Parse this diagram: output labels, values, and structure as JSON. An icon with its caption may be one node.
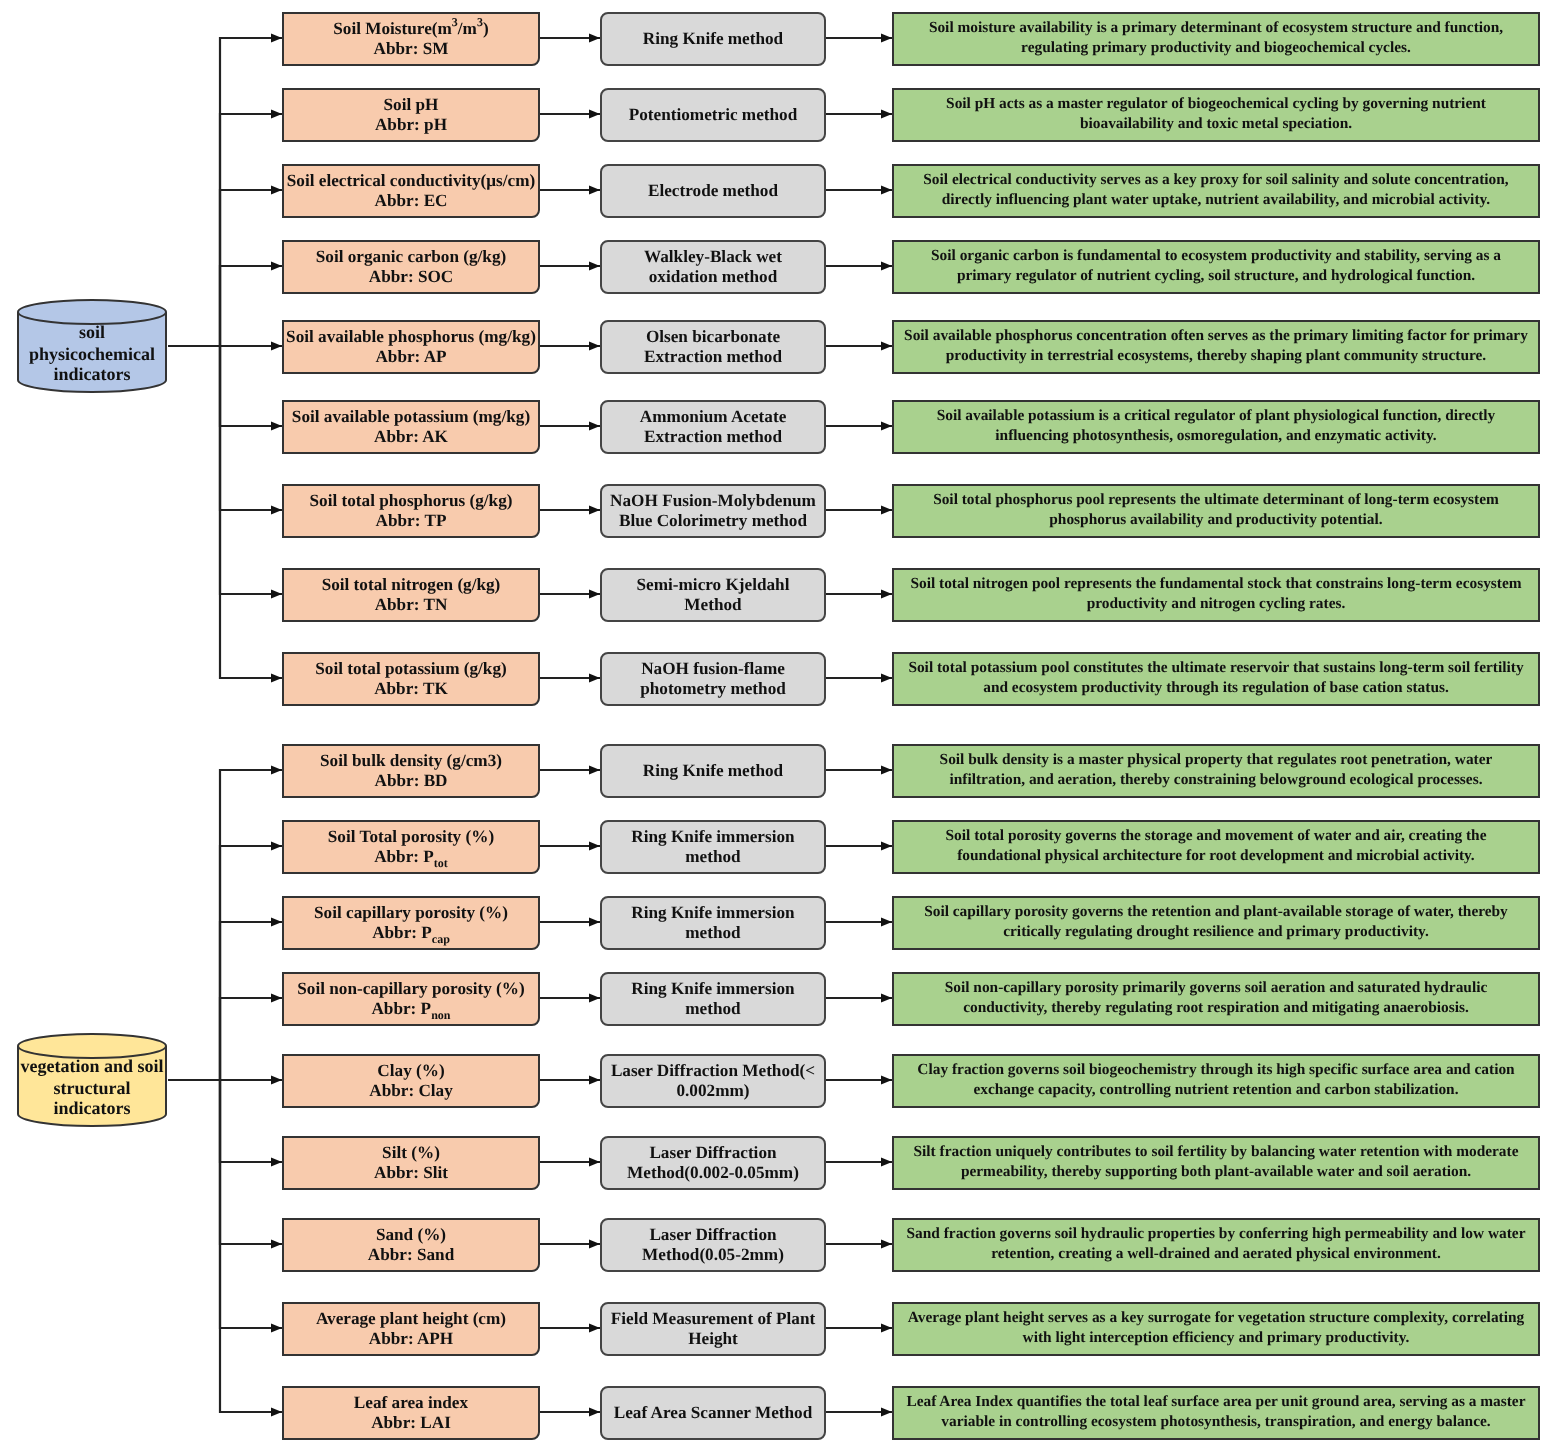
{
  "diagram": {
    "nodes": [
      {
        "text": [
          "soil physicochemical indicators"
        ]
      },
      {
        "text": [
          "Soil Moisture(m$^{3}$/m$^{3}$)",
          "Abbr:  SM"
        ]
      },
      {
        "text": [
          "Ring Knife method"
        ]
      },
      {
        "text": [
          "Soil moisture availability  is a primary  determinant  of ecosystem structure  and function, regulating  primary  productivity  and biogeochemical  cycles."
        ]
      },
      {
        "text": [
          "Soil pH",
          "Abbr:  pH"
        ]
      },
      {
        "text": [
          "Potentiometric  method"
        ]
      },
      {
        "text": [
          "Soil pH acts as a master regulator of biogeochemical cycling by governing nutrient bioavailability  and toxic metal speciation."
        ]
      },
      {
        "text": [
          "Soil electrical conductivity(μs/cm)",
          "Abbr:  EC"
        ]
      },
      {
        "text": [
          "Electrode method"
        ]
      },
      {
        "text": [
          "Soil electrical conductivity  serves as a key proxy  for soil salinity and solute concentration, directly influencing  plant water uptake, nutrient  availability,  and microbial  activity."
        ]
      },
      {
        "text": [
          "Soil organic  carbon  (g/kg)",
          "Abbr:  SOC"
        ]
      },
      {
        "text": [
          "Walkley-Black wet oxidation method"
        ]
      },
      {
        "text": [
          "Soil organic carbon is fundamental  to ecosystem productivity  and stability, serving as a primary  regulator of nutrient  cycling, soil structure,  and hydrological  function."
        ]
      },
      {
        "text": [
          "Soil available phosphorus (mg/kg)",
          "Abbr:  AP"
        ]
      },
      {
        "text": [
          "Olsen bicarbonate Extraction  method"
        ]
      },
      {
        "text": [
          "Soil available phosphorus  concentration  often serves as the primary  limiting  factor for primary  productivity  in terrestrial ecosystems, thereby shaping plant community  structure."
        ]
      },
      {
        "text": [
          "Soil available potassium  (mg/kg)",
          "Abbr:  AK"
        ]
      },
      {
        "text": [
          "Ammonium  Acetate Extraction  method"
        ]
      },
      {
        "text": [
          "Soil available potassium is a critical regulator of plant physiological  function,  directly influencing  photosynthesis, osmoregulation,  and enzymatic  activity."
        ]
      },
      {
        "text": [
          "Soil total phosphorus  (g/kg)",
          "Abbr:  TP"
        ]
      },
      {
        "text": [
          "NaOH Fusion-Molybdenum Blue Colorimetry  method"
        ]
      },
      {
        "text": [
          "Soil total phosphorus  pool represents the ultimate  determinant  of long-term  ecosystem phosphorus  availability and productivity  potential."
        ]
      },
      {
        "text": [
          "Soil total nitrogen  (g/kg)",
          "Abbr:  TN"
        ]
      },
      {
        "text": [
          "Semi-micro  Kjeldahl Method"
        ]
      },
      {
        "text": [
          "Soil total nitrogen  pool represents the fundamental  stock that constrains long-term ecosystem productivity  and nitrogen  cycling rates."
        ]
      },
      {
        "text": [
          "Soil total potassium (g/kg)",
          "Abbr:  TK"
        ]
      },
      {
        "text": [
          "NaOH fusion-flame photometry  method"
        ]
      },
      {
        "text": [
          "Soil total potassium pool constitutes the ultimate  reservoir that sustains long-term  soil fertility  and ecosystem productivity  through  its regulation  of base cation status."
        ]
      },
      {
        "text": [
          "vegetation and soil structural indicators"
        ]
      },
      {
        "text": [
          "Soil bulk density (g/cm3)",
          "Abbr:  BD"
        ]
      },
      {
        "text": [
          "Ring Knife method"
        ]
      },
      {
        "text": [
          "Soil bulk density is a master physical property  that regulates root penetration,  water infiltration,  and aeration, thereby constraining  belowground  ecological processes."
        ]
      },
      {
        "text": [
          "Soil Total porosity (%)",
          "Abbr:  P$_{tot}$"
        ]
      },
      {
        "text": [
          "Ring Knife immersion method"
        ]
      },
      {
        "text": [
          "Soil total porosity governs the storage and movement of water and air, creating the foundational  physical architecture  for root development and microbial  activity."
        ]
      },
      {
        "text": [
          "Soil capillary  porosity (%)",
          "Abbr:  P$_{cap}$"
        ]
      },
      {
        "text": [
          "Ring Knife immersion method"
        ]
      },
      {
        "text": [
          "Soil capillary porosity governs the retention and plant-available  storage of water, thereby critically  regulating  drought  resilience and primary  productivity."
        ]
      },
      {
        "text": [
          "Soil non-capillary  porosity (%)",
          "Abbr:  P$_{non}$"
        ]
      },
      {
        "text": [
          "Ring Knife immersion method"
        ]
      },
      {
        "text": [
          "Soil non-capillary  porosity primarily  governs soil aeration and saturated hydraulic conductivity,  thereby regulating root respiration and mitigating  anaerobiosis."
        ]
      },
      {
        "text": [
          "Clay (%)",
          "Abbr:  Clay"
        ]
      },
      {
        "text": [
          "Laser Diffraction Method(< 0.002mm)"
        ]
      },
      {
        "text": [
          "Clay fraction  governs soil biogeochemistry through  its high specific surface area and cation exchange capacity,  controlling  nutrient  retention  and carbon  stabilization."
        ]
      },
      {
        "text": [
          "Silt (%)",
          "Abbr:  Slit"
        ]
      },
      {
        "text": [
          "Laser Diffraction Method(0.002-0.05mm)"
        ]
      },
      {
        "text": [
          "Silt fraction  uniquely  contributes  to soil fertility  by balancing  water retention with  moderate permeability, thereby supporting  both  plant-available  water and soil aeration."
        ]
      },
      {
        "text": [
          "Sand (%)",
          "Abbr:  Sand"
        ]
      },
      {
        "text": [
          "Laser Diffraction Method(0.05-2mm)"
        ]
      },
      {
        "text": [
          "Sand fraction  governs soil hydraulic  properties by conferring  high permeability  and low water retention,  creating  a well-drained  and aerated physical  environment."
        ]
      },
      {
        "text": [
          "Average plant height  (cm)",
          "Abbr:  APH"
        ]
      },
      {
        "text": [
          "Field  Measurement of Plant Height"
        ]
      },
      {
        "text": [
          "Average plant height  serves as a key surrogate  for vegetation structure  complexity, correlating  with light interception  efficiency and primary  productivity."
        ]
      },
      {
        "text": [
          "Leaf area index",
          "Abbr:  LAI"
        ]
      },
      {
        "text": [
          "Leaf Area Scanner Method"
        ]
      },
      {
        "text": [
          "Leaf Area Index quantifies the total leaf surface area per unit ground  area, serving as a master variable in controlling  ecosystem photosynthesis, transpiration,  and energy balance."
        ]
      }
    ],
    "edges": [
      {
        "from": 0,
        "to": 1,
        "arrow": "to"
      },
      {
        "from": 1,
        "to": 2,
        "arrow": "to"
      },
      {
        "from": 2,
        "to": 3,
        "arrow": "to"
      },
      {
        "from": 0,
        "to": 4,
        "arrow": "to"
      },
      {
        "from": 4,
        "to": 5,
        "arrow": "to"
      },
      {
        "from": 5,
        "to": 6,
        "arrow": "to"
      },
      {
        "from": 0,
        "to": 7,
        "arrow": "to"
      },
      {
        "from": 7,
        "to": 8,
        "arrow": "to"
      },
      {
        "from": 8,
        "to": 9,
        "arrow": "to"
      },
      {
        "from": 0,
        "to": 10,
        "arrow": "to"
      },
      {
        "from": 10,
        "to": 11,
        "arrow": "to"
      },
      {
        "from": 11,
        "to": 12,
        "arrow": "to"
      },
      {
        "from": 0,
        "to": 13,
        "arrow": "to"
      },
      {
        "from": 13,
        "to": 14,
        "arrow": "to"
      },
      {
        "from": 14,
        "to": 15,
        "arrow": "to"
      },
      {
        "from": 0,
        "to": 16,
        "arrow": "to"
      },
      {
        "from": 16,
        "to": 17,
        "arrow": "to"
      },
      {
        "from": 17,
        "to": 18,
        "arrow": "to"
      },
      {
        "from": 0,
        "to": 19,
        "arrow": "to"
      },
      {
        "from": 19,
        "to": 20,
        "arrow": "to"
      },
      {
        "from": 20,
        "to": 21,
        "arrow": "to"
      },
      {
        "from": 0,
        "to": 22,
        "arrow": "to"
      },
      {
        "from": 22,
        "to": 23,
        "arrow": "to"
      },
      {
        "from": 23,
        "to": 24,
        "arrow": "to"
      },
      {
        "from": 0,
        "to": 25,
        "arrow": "to"
      },
      {
        "from": 25,
        "to": 26,
        "arrow": "to"
      },
      {
        "from": 26,
        "to": 27,
        "arrow": "to"
      },
      {
        "from": 28,
        "to": 29,
        "arrow": "to"
      },
      {
        "from": 29,
        "to": 30,
        "arrow": "to"
      },
      {
        "from": 30,
        "to": 31,
        "arrow": "to"
      },
      {
        "from": 28,
        "to": 32,
        "arrow": "to"
      },
      {
        "from": 32,
        "to": 33,
        "arrow": "to"
      },
      {
        "from": 33,
        "to": 34,
        "arrow": "to"
      },
      {
        "from": 28,
        "to": 35,
        "arrow": "to"
      },
      {
        "from": 35,
        "to": 36,
        "arrow": "to"
      },
      {
        "from": 36,
        "to": 37,
        "arrow": "to"
      },
      {
        "from": 28,
        "to": 38,
        "arrow": "to"
      },
      {
        "from": 38,
        "to": 39,
        "arrow": "to"
      },
      {
        "from": 39,
        "to": 40,
        "arrow": "to"
      },
      {
        "from": 28,
        "to": 41,
        "arrow": "to"
      },
      {
        "from": 41,
        "to": 42,
        "arrow": "to"
      },
      {
        "from": 42,
        "to": 43,
        "arrow": "to"
      },
      {
        "from": 28,
        "to": 44,
        "arrow": "to"
      },
      {
        "from": 44,
        "to": 45,
        "arrow": "to"
      },
      {
        "from": 45,
        "to": 46,
        "arrow": "to"
      },
      {
        "from": 28,
        "to": 47,
        "arrow": "to"
      },
      {
        "from": 47,
        "to": 48,
        "arrow": "to"
      },
      {
        "from": 48,
        "to": 49,
        "arrow": "to"
      },
      {
        "from": 28,
        "to": 50,
        "arrow": "to"
      },
      {
        "from": 50,
        "to": 51,
        "arrow": "to"
      },
      {
        "from": 51,
        "to": 52,
        "arrow": "to"
      },
      {
        "from": 28,
        "to": 53,
        "arrow": "to"
      },
      {
        "from": 53,
        "to": 54,
        "arrow": "to"
      },
      {
        "from": 54,
        "to": 55,
        "arrow": "to"
      }
    ]
  }
}
